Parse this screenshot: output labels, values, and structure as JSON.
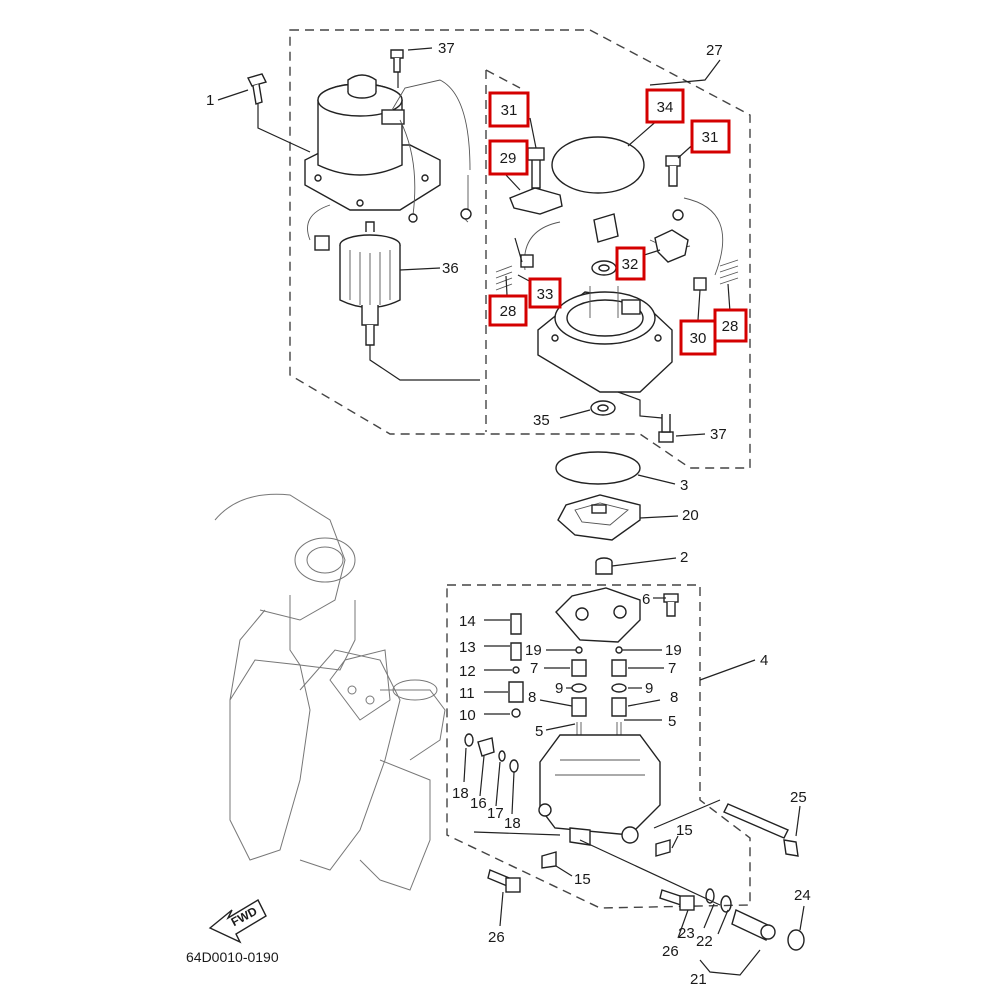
{
  "diagram_code": "64D0010-0190",
  "fwd_label": "FWD",
  "callouts": [
    {
      "id": "c1",
      "text": "1"
    },
    {
      "id": "c37a",
      "text": "37"
    },
    {
      "id": "c27",
      "text": "27"
    },
    {
      "id": "c36",
      "text": "36"
    },
    {
      "id": "c35",
      "text": "35"
    },
    {
      "id": "c37b",
      "text": "37"
    },
    {
      "id": "c3",
      "text": "3"
    },
    {
      "id": "c20",
      "text": "20"
    },
    {
      "id": "c2",
      "text": "2"
    },
    {
      "id": "c6",
      "text": "6"
    },
    {
      "id": "c4",
      "text": "4"
    },
    {
      "id": "c14",
      "text": "14"
    },
    {
      "id": "c13",
      "text": "13"
    },
    {
      "id": "c12",
      "text": "12"
    },
    {
      "id": "c11",
      "text": "11"
    },
    {
      "id": "c10",
      "text": "10"
    },
    {
      "id": "c19a",
      "text": "19"
    },
    {
      "id": "c19b",
      "text": "19"
    },
    {
      "id": "c7a",
      "text": "7"
    },
    {
      "id": "c7b",
      "text": "7"
    },
    {
      "id": "c9a",
      "text": "9"
    },
    {
      "id": "c9b",
      "text": "9"
    },
    {
      "id": "c8a",
      "text": "8"
    },
    {
      "id": "c8b",
      "text": "8"
    },
    {
      "id": "c5a",
      "text": "5"
    },
    {
      "id": "c5b",
      "text": "5"
    },
    {
      "id": "c18a",
      "text": "18"
    },
    {
      "id": "c16",
      "text": "16"
    },
    {
      "id": "c17",
      "text": "17"
    },
    {
      "id": "c18b",
      "text": "18"
    },
    {
      "id": "c15a",
      "text": "15"
    },
    {
      "id": "c15b",
      "text": "15"
    },
    {
      "id": "c25",
      "text": "25"
    },
    {
      "id": "c24",
      "text": "24"
    },
    {
      "id": "c26a",
      "text": "26"
    },
    {
      "id": "c26b",
      "text": "26"
    },
    {
      "id": "c23",
      "text": "23"
    },
    {
      "id": "c22",
      "text": "22"
    },
    {
      "id": "c21",
      "text": "21"
    }
  ],
  "highlighted_callouts": [
    {
      "id": "h31a",
      "text": "31"
    },
    {
      "id": "h34",
      "text": "34"
    },
    {
      "id": "h31b",
      "text": "31"
    },
    {
      "id": "h29",
      "text": "29"
    },
    {
      "id": "h32",
      "text": "32"
    },
    {
      "id": "h33",
      "text": "33"
    },
    {
      "id": "h28a",
      "text": "28"
    },
    {
      "id": "h30",
      "text": "30"
    },
    {
      "id": "h28b",
      "text": "28"
    }
  ],
  "colors": {
    "line": "#222222",
    "highlight_box": "#d40000",
    "background": "#ffffff"
  }
}
